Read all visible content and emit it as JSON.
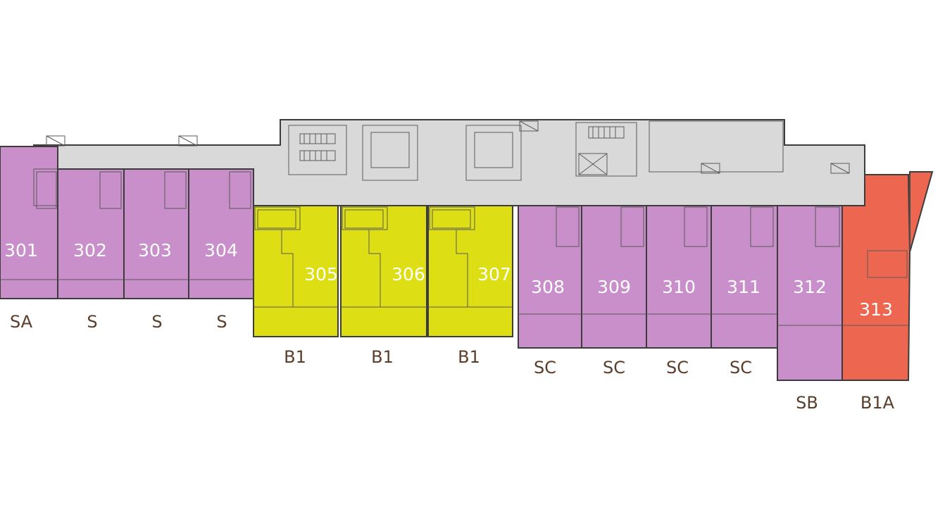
{
  "colors": {
    "studio": "#c98fcb",
    "one_bed": "#dede15",
    "one_bed_a": "#ec6650",
    "corridor": "#d9d9d9",
    "bath": "#a99c90",
    "wall": "#3c3c3c",
    "label_text": "#5a3d2b",
    "unit_text": "#ffffff"
  },
  "units": [
    {
      "number": "301",
      "type": "SA"
    },
    {
      "number": "302",
      "type": "S"
    },
    {
      "number": "303",
      "type": "S"
    },
    {
      "number": "304",
      "type": "S"
    },
    {
      "number": "305",
      "type": "B1"
    },
    {
      "number": "306",
      "type": "B1"
    },
    {
      "number": "307",
      "type": "B1"
    },
    {
      "number": "308",
      "type": "SC"
    },
    {
      "number": "309",
      "type": "SC"
    },
    {
      "number": "310",
      "type": "SC"
    },
    {
      "number": "311",
      "type": "SC"
    },
    {
      "number": "312",
      "type": "SB"
    },
    {
      "number": "313",
      "type": "B1A"
    }
  ]
}
